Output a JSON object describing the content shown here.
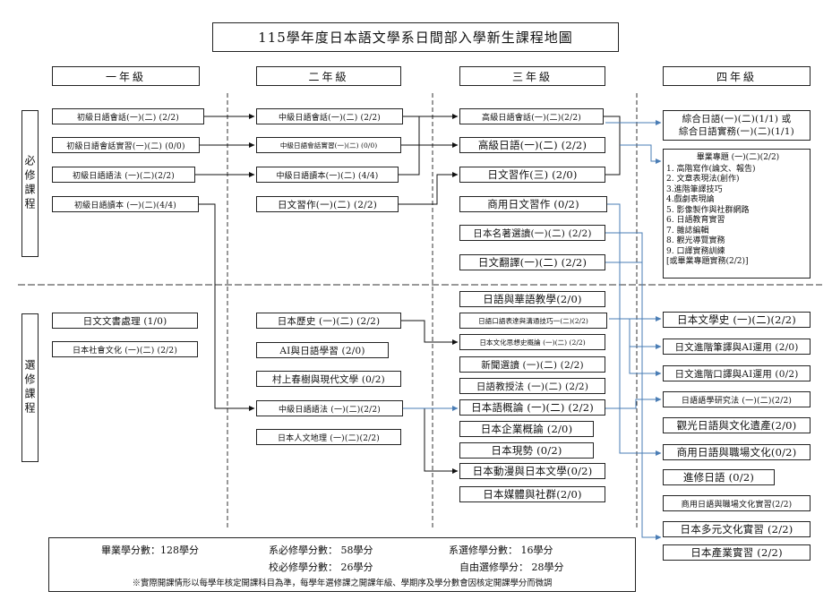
{
  "title": "115學年度日本語文學系日間部入學新生課程地圖",
  "headers": [
    "一年級",
    "二年級",
    "三年級",
    "四年級"
  ],
  "sections": {
    "required": "必修課程",
    "elective": "選修課程"
  },
  "year1": {
    "required": [
      "初級日語會話(一)(二) (2/2)",
      "初級日語會話實習(一)(二) (0/0)",
      "初級日語語法 (一)(二)(2/2)",
      "初級日語讀本 (一)(二)(4/4)"
    ],
    "elective": [
      "日文文書處理 (1/0)",
      "日本社會文化 (一)(二) (2/2)"
    ]
  },
  "year2": {
    "required": [
      "中級日語會話(一)(二) (2/2)",
      "中級日語會話實習(一)(二) (0/0)",
      "中級日語讀本(一)(二) (4/4)",
      "日文習作(一)(二) (2/2)"
    ],
    "elective": [
      "日本歷史 (一)(二) (2/2)",
      "AI與日語學習 (2/0)",
      "村上春樹與現代文學 (0/2)",
      "中級日語語法 (一)(二)(2/2)",
      "日本人文地理 (一)(二)(2/2)"
    ]
  },
  "year3": {
    "required": [
      "高級日語會話(一)(二)(2/2)",
      "高級日語(一)(二) (2/2)",
      "日文習作(三) (2/0)",
      "商用日文習作 (0/2)",
      "日本名著選讀(一)(二) (2/2)",
      "日文翻譯(一)(二) (2/2)"
    ],
    "elective": [
      "日語與華語教學(2/0)",
      "日語口語表達與溝通技巧一(二)(2/2)",
      "日本文化思想史概論 (一)(二) (2/2)",
      "新聞選讀 (一)(二) (2/2)",
      "日語教授法 (一)(二) (2/2)",
      "日本語概論 (一)(二) (2/2)",
      "日本企業概論 (2/0)",
      "日本現勢 (0/2)",
      "日本動漫與日本文學(0/2)",
      "日本媒體與社群(2/0)"
    ]
  },
  "year4": {
    "required_a_line1": "綜合日語(一)(二)(1/1) 或",
    "required_a_line2": "綜合日語實務(一)(二)(1/1)",
    "project_title": "畢業專題 (一)(二)(2/2)",
    "project_items": [
      "1. 高階寫作(論文、報告)",
      "2. 文章表現法(創作)",
      "3.進階筆譯技巧",
      "4.戲劇表現論",
      "5. 影像製作與社群網路",
      "6. 日語教育實習",
      "7. 雜誌編輯",
      "8. 觀光導覽實務",
      "9. 口譯實務訓練",
      "[或畢業專題實務(2/2)]"
    ],
    "elective": [
      "日本文學史 (一)(二)(2/2)",
      "日文進階筆譯與AI運用 (2/0)",
      "日文進階口譯與AI運用 (0/2)",
      "日語語學研究法 (一)(二)(2/2)",
      "觀光日語與文化遺產(2/0)",
      "商用日語與職場文化(0/2)",
      "進修日語 (0/2)",
      "商用日語與職場文化實習(2/2)",
      "日本多元文化實習 (2/2)",
      "日本產業實習 (2/2)"
    ]
  },
  "credits": {
    "graduation": "畢業學分數：128學分",
    "dept_required": "系必修學分數： 58學分",
    "dept_elective": "系選修學分數： 16學分",
    "school_required": "校必修學分數： 26學分",
    "free_elective": "自由選修學分： 28學分",
    "note": "※實際開課情形以每學年核定開課科目為準，每學年選修課之開課年級、學期序及學分數會因核定開課學分而微調"
  },
  "colors": {
    "black_arrow": "#111111",
    "blue_arrow": "#4a7db5"
  }
}
